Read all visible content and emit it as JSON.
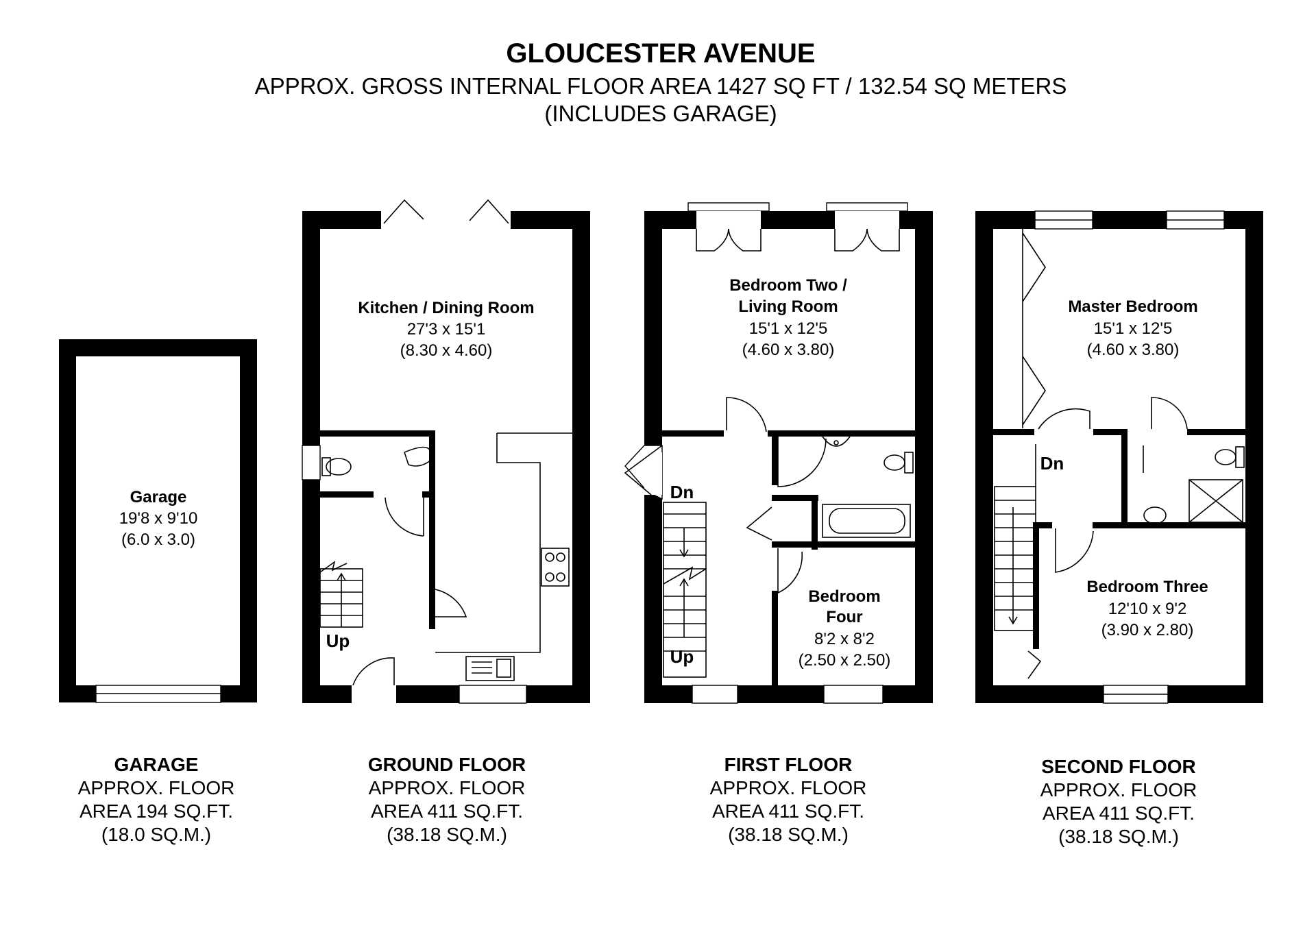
{
  "header": {
    "title": "GLOUCESTER AVENUE",
    "line1": "APPROX. GROSS INTERNAL FLOOR AREA 1427 SQ FT / 132.54 SQ METERS",
    "line2": "(INCLUDES GARAGE)"
  },
  "garage": {
    "room": {
      "name": "Garage",
      "dim_imperial": "19'8 x 9'10",
      "dim_metric": "(6.0 x 3.0)"
    },
    "caption": {
      "title": "GARAGE",
      "l1": "APPROX. FLOOR",
      "l2": "AREA 194 SQ.FT.",
      "l3": "(18.0 SQ.M.)"
    }
  },
  "ground_floor": {
    "kitchen": {
      "name": "Kitchen / Dining Room",
      "dim_imperial": "27'3 x 15'1",
      "dim_metric": "(8.30 x 4.60)"
    },
    "stairs_label": "Up",
    "caption": {
      "title": "GROUND FLOOR",
      "l1": "APPROX. FLOOR",
      "l2": "AREA 411 SQ.FT.",
      "l3": "(38.18 SQ.M.)"
    }
  },
  "first_floor": {
    "bedroom_two": {
      "name_l1": "Bedroom Two /",
      "name_l2": "Living Room",
      "dim_imperial": "15'1 x 12'5",
      "dim_metric": "(4.60 x 3.80)"
    },
    "bedroom_four": {
      "name_l1": "Bedroom",
      "name_l2": "Four",
      "dim_imperial": "8'2 x 8'2",
      "dim_metric": "(2.50 x 2.50)"
    },
    "stairs_down": "Dn",
    "stairs_up": "Up",
    "caption": {
      "title": "FIRST FLOOR",
      "l1": "APPROX. FLOOR",
      "l2": "AREA 411 SQ.FT.",
      "l3": "(38.18 SQ.M.)"
    }
  },
  "second_floor": {
    "master": {
      "name": "Master Bedroom",
      "dim_imperial": "15'1 x 12'5",
      "dim_metric": "(4.60 x 3.80)"
    },
    "bedroom_three": {
      "name": "Bedroom Three",
      "dim_imperial": "12'10 x 9'2",
      "dim_metric": "(3.90 x 2.80)"
    },
    "stairs_down": "Dn",
    "caption": {
      "title": "SECOND FLOOR",
      "l1": "APPROX. FLOOR",
      "l2": "AREA 411 SQ.FT.",
      "l3": "(38.18 SQ.M.)"
    }
  }
}
